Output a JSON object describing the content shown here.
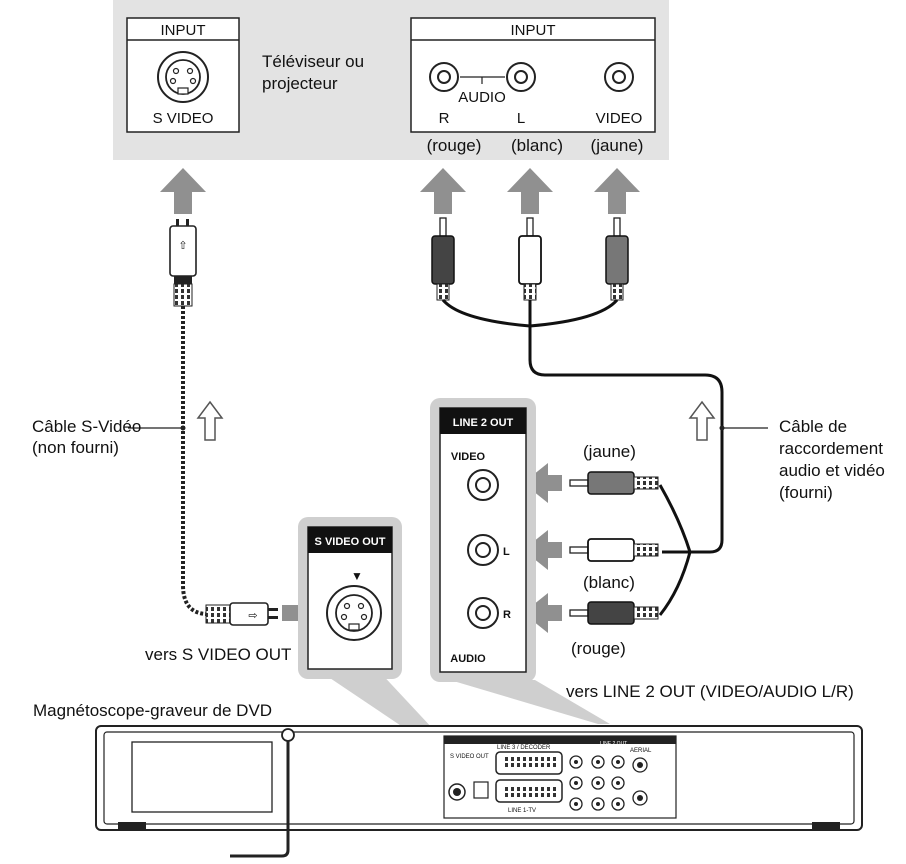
{
  "tv": {
    "input_left": "INPUT",
    "svideo_label": "S VIDEO",
    "name_line1": "Téléviseur ou",
    "name_line2": "projecteur",
    "input_right": "INPUT",
    "audio_label": "AUDIO",
    "r_label": "R",
    "l_label": "L",
    "video_label": "VIDEO",
    "color_red": "(rouge)",
    "color_white": "(blanc)",
    "color_yellow": "(jaune)"
  },
  "svideo_cable": {
    "line1": "Câble S-Vidéo",
    "line2": "(non fourni)"
  },
  "av_cable": {
    "line1": "Câble de",
    "line2": "raccordement",
    "line3": "audio et vidéo",
    "line4": "(fourni)"
  },
  "line2out_panel": {
    "header": "LINE 2 OUT",
    "video": "VIDEO",
    "l": "L",
    "r": "R",
    "audio": "AUDIO",
    "jack_yellow": "(jaune)",
    "jack_white": "(blanc)",
    "jack_red": "(rouge)"
  },
  "svideo_panel": {
    "header": "S VIDEO OUT",
    "marker": "▼"
  },
  "captions": {
    "to_svideo": "vers S VIDEO OUT",
    "to_line2": "vers LINE 2 OUT (VIDEO/AUDIO L/R)",
    "recorder": "Magnétoscope-graveur de DVD"
  },
  "recorder_rear": {
    "svideo_out": "S VIDEO OUT",
    "line3_decoder": "LINE 3 / DECODER",
    "line1_tv": "LINE 1-TV",
    "aerial": "AERIAL",
    "line2_out": "LINE 2 OUT"
  },
  "colors": {
    "panel_gray": "#e3e3e3",
    "arrow_gray": "#909090",
    "cable_black": "#111111"
  }
}
